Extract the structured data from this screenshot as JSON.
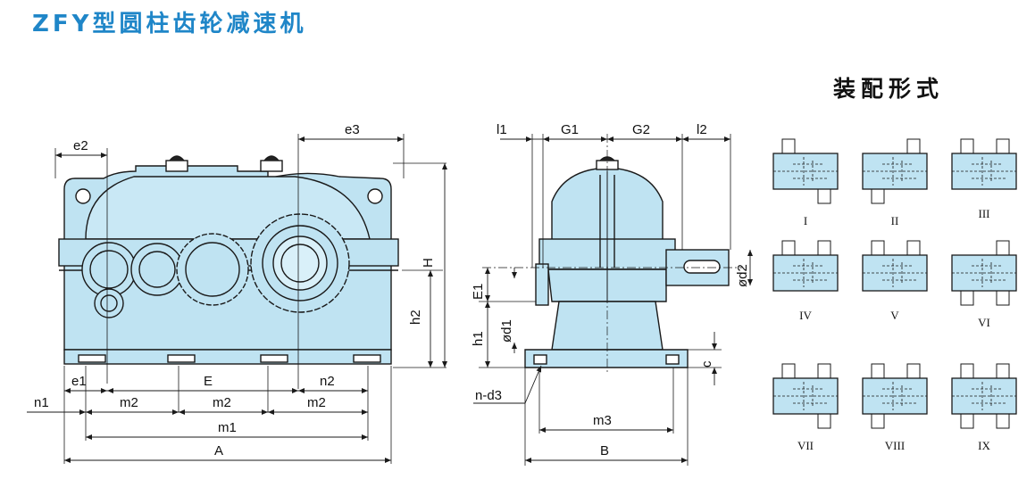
{
  "title": "ZFY型圆柱齿轮减速机",
  "assembly_title": "装配形式",
  "colors": {
    "title": "#1f86c8",
    "housing_fill": "#bfe3f2",
    "line": "#1a1a1a"
  },
  "front_view": {
    "dims": {
      "e2": "e2",
      "e3": "e3",
      "H": "H",
      "h2": "h2",
      "e1": "e1",
      "E": "E",
      "n2": "n2",
      "n1": "n1",
      "m2_a": "m2",
      "m2_b": "m2",
      "m2_c": "m2",
      "m1": "m1",
      "A": "A"
    }
  },
  "side_view": {
    "dims": {
      "l1": "l1",
      "G1": "G1",
      "G2": "G2",
      "l2": "l2",
      "E1": "E1",
      "d1": "ød1",
      "h1": "h1",
      "d2": "ød2",
      "c": "c",
      "nd3": "n-d3",
      "m3": "m3",
      "B": "B"
    }
  },
  "assembly_forms": [
    {
      "label": "I"
    },
    {
      "label": "II"
    },
    {
      "label": "III"
    },
    {
      "label": "IV"
    },
    {
      "label": "V"
    },
    {
      "label": "VI"
    },
    {
      "label": "VII"
    },
    {
      "label": "VIII"
    },
    {
      "label": "IX"
    }
  ]
}
